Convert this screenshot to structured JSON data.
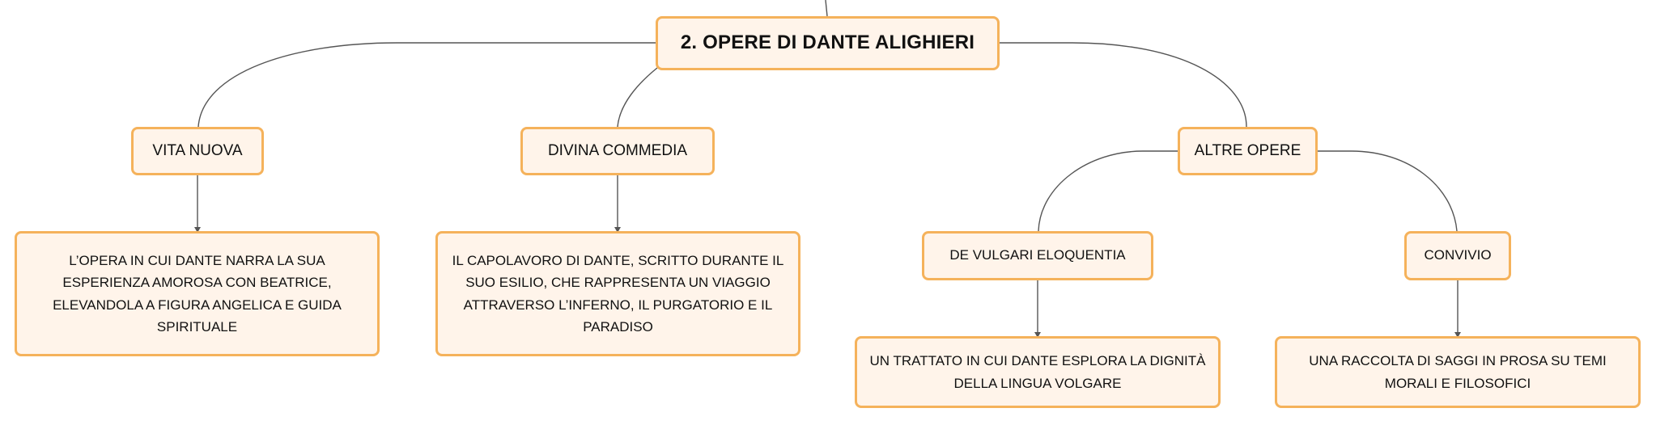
{
  "mindmap": {
    "root": {
      "label": "2. OPERE DI DANTE ALIGHIERI"
    },
    "branches": {
      "vita_nuova": {
        "label": "VITA NUOVA",
        "description": "L’OPERA IN CUI DANTE NARRA LA SUA ESPERIENZA AMOROSA CON BEATRICE, ELEVANDOLA A FIGURA ANGELICA E GUIDA SPIRITUALE"
      },
      "divina_commedia": {
        "label": "DIVINA COMMEDIA",
        "description": "IL CAPOLAVORO DI DANTE, SCRITTO DURANTE IL SUO ESILIO, CHE RAPPRESENTA UN VIAGGIO ATTRAVERSO L’INFERNO, IL PURGATORIO E IL PARADISO"
      },
      "altre_opere": {
        "label": "ALTRE OPERE",
        "children": {
          "de_vulgari": {
            "label": "DE VULGARI ELOQUENTIA",
            "description": "UN TRATTATO IN CUI DANTE ESPLORA LA DIGNITÀ DELLA LINGUA VOLGARE"
          },
          "convivio": {
            "label": "CONVIVIO",
            "description": "UNA RACCOLTA DI SAGGI IN PROSA SU TEMI MORALI E FILOSOFICI"
          }
        }
      }
    },
    "colors": {
      "node_fill": "#fff4ea",
      "node_border": "#f5b25b",
      "link": "#555555",
      "text": "#111111"
    }
  }
}
